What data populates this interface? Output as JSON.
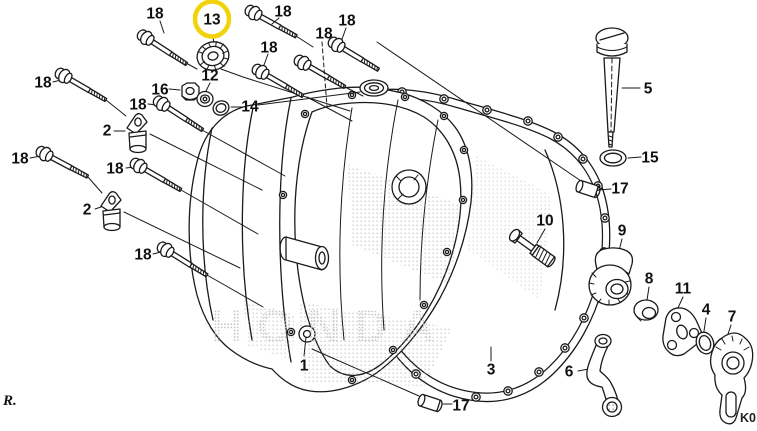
{
  "diagram": {
    "type": "exploded-parts-diagram",
    "watermark": "HONDA",
    "corner_marks": {
      "bottom_left": "R.",
      "bottom_right": "K0"
    },
    "highlight": {
      "part": "13",
      "ring_color": "#F1D30A"
    },
    "colors": {
      "line": "#1a1a1a",
      "background": "#ffffff"
    },
    "visible_part_numbers": [
      "1",
      "2",
      "3",
      "4",
      "5",
      "6",
      "7",
      "8",
      "9",
      "10",
      "11",
      "12",
      "13",
      "14",
      "15",
      "16",
      "17",
      "18"
    ],
    "label_instances": {
      "n18": 10,
      "n2": 2,
      "n17": 2
    },
    "labels": {
      "n1": "1",
      "n2": "2",
      "n3": "3",
      "n4": "4",
      "n5": "5",
      "n6": "6",
      "n7": "7",
      "n8": "8",
      "n9": "9",
      "n10": "10",
      "n11": "11",
      "n12": "12",
      "n13": "13",
      "n14": "14",
      "n15": "15",
      "n16": "16",
      "n17": "17",
      "n18": "18"
    }
  }
}
